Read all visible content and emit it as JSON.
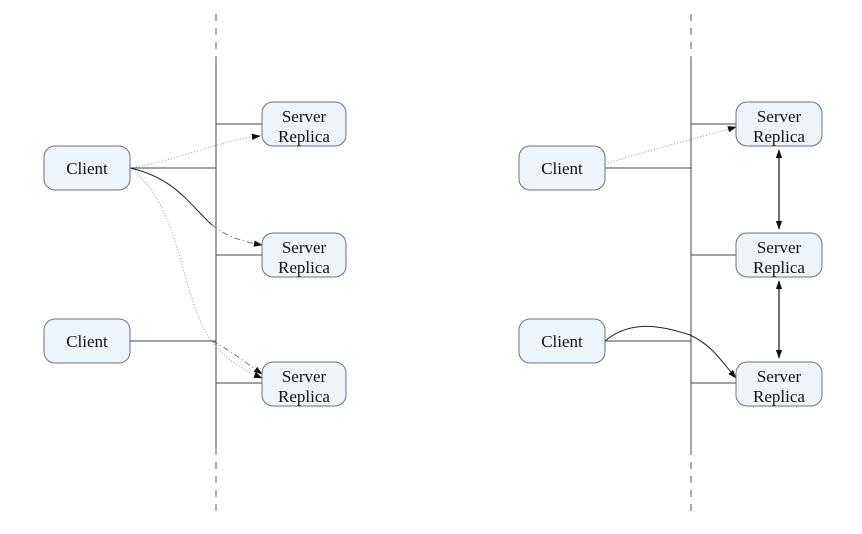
{
  "diagrams": [
    {
      "clients": [
        {
          "label": "Client"
        },
        {
          "label": "Client"
        }
      ],
      "replicas": [
        {
          "line1": "Server",
          "line2": "Replica"
        },
        {
          "line1": "Server",
          "line2": "Replica"
        },
        {
          "line1": "Server",
          "line2": "Replica"
        }
      ]
    },
    {
      "clients": [
        {
          "label": "Client"
        },
        {
          "label": "Client"
        }
      ],
      "replicas": [
        {
          "line1": "Server",
          "line2": "Replica"
        },
        {
          "line1": "Server",
          "line2": "Replica"
        },
        {
          "line1": "Server",
          "line2": "Replica"
        }
      ]
    }
  ]
}
